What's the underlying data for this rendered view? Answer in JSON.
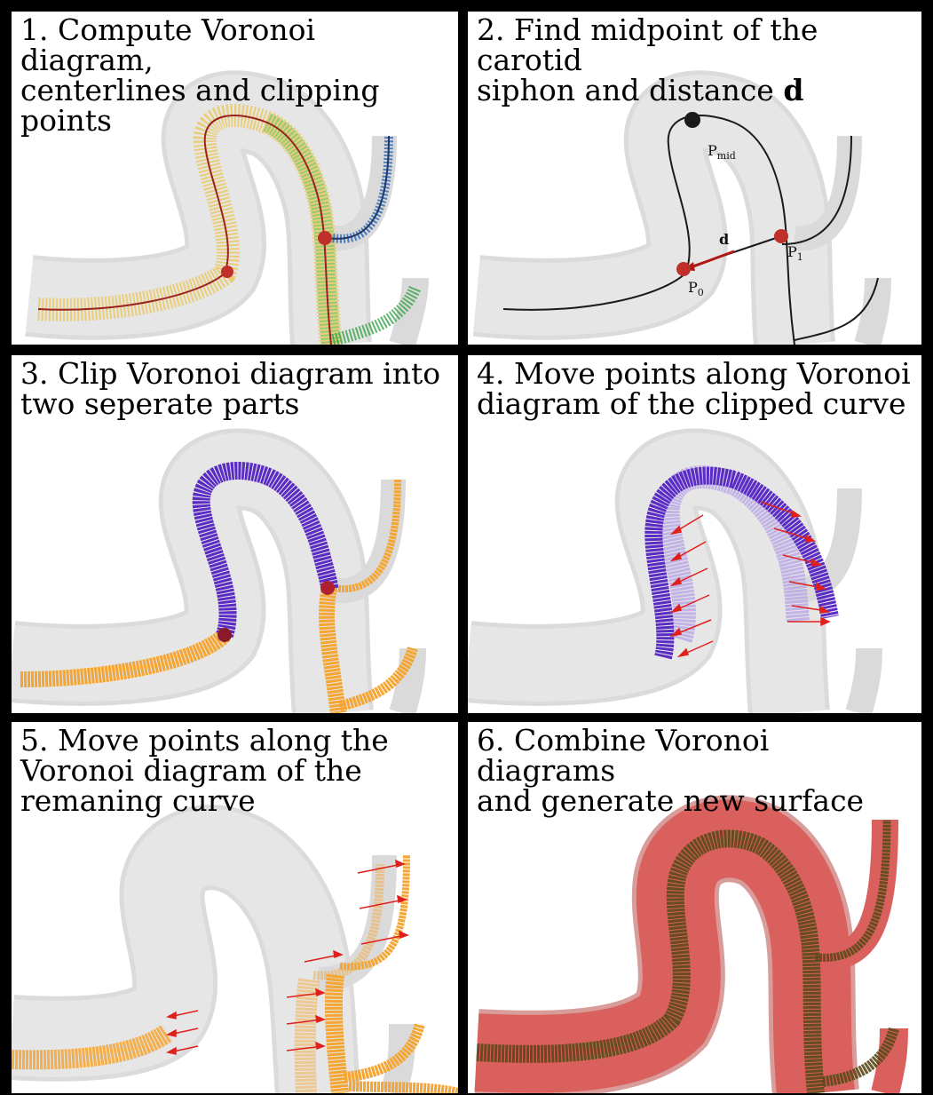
{
  "panels": [
    {
      "caption": "1. Compute Voronoi diagram,\ncenterlines and clipping points"
    },
    {
      "caption_pre": "2. Find midpoint of the carotid\nsiphon and distance ",
      "caption_bold": "d"
    },
    {
      "caption": "3. Clip Voronoi diagram into\ntwo seperate parts"
    },
    {
      "caption": "4. Move points along Voronoi\ndiagram of the clipped curve"
    },
    {
      "caption": "5. Move points along the\nVoronoi diagram of the\nremaning curve"
    },
    {
      "caption": "6. Combine Voronoi diagrams\nand generate new surface"
    }
  ],
  "labels": {
    "p_mid": "P",
    "p_mid_sub": "mid",
    "p0": "P",
    "p0_sub": "0",
    "p1": "P",
    "p1_sub": "1",
    "d": "d"
  },
  "colors": {
    "vessel": "#d9d9d9",
    "vessel_edge": "#bdbdbd",
    "voronoi_rainbow_a": "#e9c24a",
    "voronoi_rainbow_b": "#7bbf4a",
    "voronoi_blue": "#2f63b0",
    "centerline_red": "#9b2020",
    "centerline_black": "#1a1a1a",
    "clip_point": "#c0302a",
    "purple": "#5a2cc4",
    "purple_light": "#b9a6e6",
    "orange": "#f5a531",
    "orange_light": "#f7d2a2",
    "arrow_red": "#e0201c",
    "new_surface": "#d9605c",
    "new_voronoi": "#5a4a1a"
  }
}
